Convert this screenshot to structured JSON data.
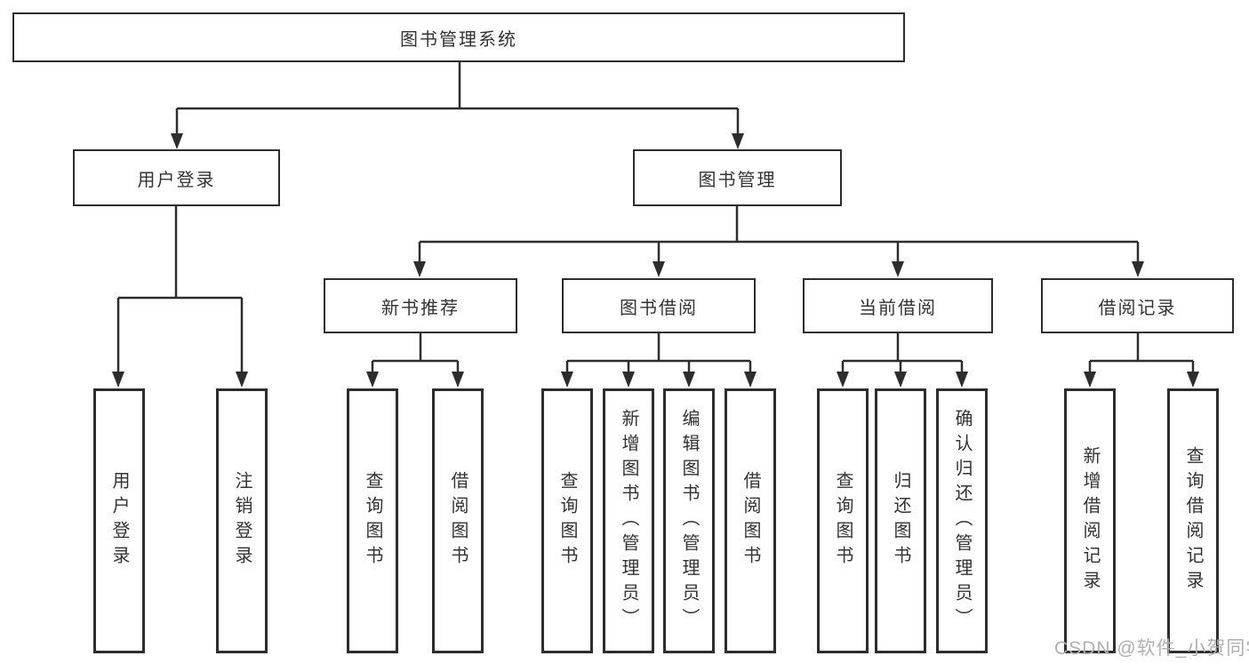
{
  "diagram": {
    "type": "tree",
    "root": {
      "label": "图书管理系统"
    },
    "level2": {
      "user_login": {
        "label": "用户登录"
      },
      "book_management": {
        "label": "图书管理"
      }
    },
    "level3": {
      "new_book_recommend": {
        "label": "新书推荐",
        "parent": "图书管理"
      },
      "book_borrow": {
        "label": "图书借阅",
        "parent": "图书管理"
      },
      "current_borrow": {
        "label": "当前借阅",
        "parent": "图书管理"
      },
      "borrow_record": {
        "label": "借阅记录",
        "parent": "图书管理"
      }
    },
    "leaves": {
      "login": {
        "label": "用户登录",
        "parent": "用户登录"
      },
      "logout": {
        "label": "注销登录",
        "parent": "用户登录"
      },
      "rec_query_book": {
        "label": "查询图书",
        "parent": "新书推荐"
      },
      "rec_borrow_book": {
        "label": "借阅图书",
        "parent": "新书推荐"
      },
      "bb_query_book": {
        "label": "查询图书",
        "parent": "图书借阅"
      },
      "bb_add_book": {
        "label": "新增图书（管理员）",
        "parent": "图书借阅"
      },
      "bb_edit_book": {
        "label": "编辑图书（管理员）",
        "parent": "图书借阅"
      },
      "bb_borrow_book": {
        "label": "借阅图书",
        "parent": "图书借阅"
      },
      "cur_query_book": {
        "label": "查询图书",
        "parent": "当前借阅"
      },
      "cur_return_book": {
        "label": "归还图书",
        "parent": "当前借阅"
      },
      "cur_confirm_return": {
        "label": "确认归还（管理员）",
        "parent": "当前借阅"
      },
      "rec_add_record": {
        "label": "新增借阅记录",
        "parent": "借阅记录"
      },
      "rec_query_record": {
        "label": "查询借阅记录",
        "parent": "借阅记录"
      }
    }
  },
  "watermark": {
    "text": "CSDN @软件_小贺同学"
  },
  "colors": {
    "line": "#2d2d2d",
    "border": "#2d2d2d",
    "text": "#333333",
    "watermark": "#b0b0b0",
    "background": "#ffffff"
  }
}
